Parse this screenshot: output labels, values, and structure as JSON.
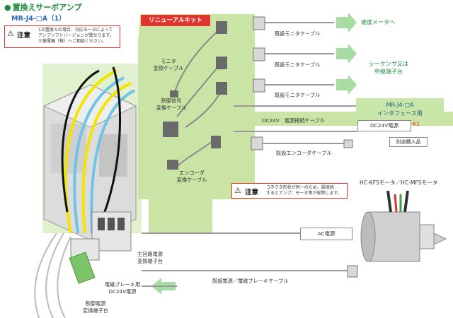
{
  "header": {
    "title": "置換えサーボアンプ",
    "subtitle": "MR-J4-□A（1）"
  },
  "caution_top": {
    "label": "注意",
    "lines": [
      "1次置換えの場合、対応モータによって",
      "アンプソフトバージョンが異なります。",
      "三菱電機（株）へご相談ください。"
    ]
  },
  "renewal_kit": "リニューアルキット",
  "cables": {
    "monitor_conversion": [
      "モニタ",
      "変換ケーブル"
    ],
    "control_signal_conversion": [
      "制御信号",
      "変換ケーブル"
    ],
    "encoder_conversion": [
      "エンコーダ",
      "変換ケーブル"
    ],
    "existing_monitor_1": "既設モニタケーブル",
    "existing_monitor_2": "既設モニタケーブル",
    "existing_monitor_3": "既設モニタケーブル",
    "dc24v_power_cable": "DC24V　電源接続ケーブル",
    "existing_encoder": "既設エンコーダケーブル",
    "existing_power_brake": "既設電源／電磁ブレーキケーブル"
  },
  "destinations": {
    "speed_meter": "速度メータへ",
    "sequencer": [
      "シーケンサ又は",
      "中継端子台"
    ]
  },
  "interface_panel": [
    "MR-J4-□A",
    "インタフェース用"
  ],
  "dc24v_supply": "DC24V電源",
  "note_mark": "※1",
  "sold_separately": "別途購入品",
  "caution_mid": {
    "label": "注意",
    "lines": [
      "コネクタ形状が同一のため、誤接続",
      "するとアンプ、モータ等が故障します。"
    ]
  },
  "motor_label": "HC-KFSモータ／HC-MFSモータ",
  "ac_power": "AC電源",
  "terminal_blocks": {
    "main_circuit": [
      "主回路電源",
      "変換端子台"
    ],
    "control_power": [
      "制御電源",
      "変換端子台"
    ],
    "brake_dc24v": [
      "電磁ブレーキ用",
      "DC24V電源"
    ]
  },
  "colors": {
    "green_bg": "#c9e4a5",
    "accent_red": "#e0342c",
    "title_green": "#1e8a3c",
    "arrow_green": "#9fd49a",
    "cable_gray": "#9a9a9a",
    "wire_yellow": "#f2e600",
    "wire_blue": "#6cc4e6"
  }
}
